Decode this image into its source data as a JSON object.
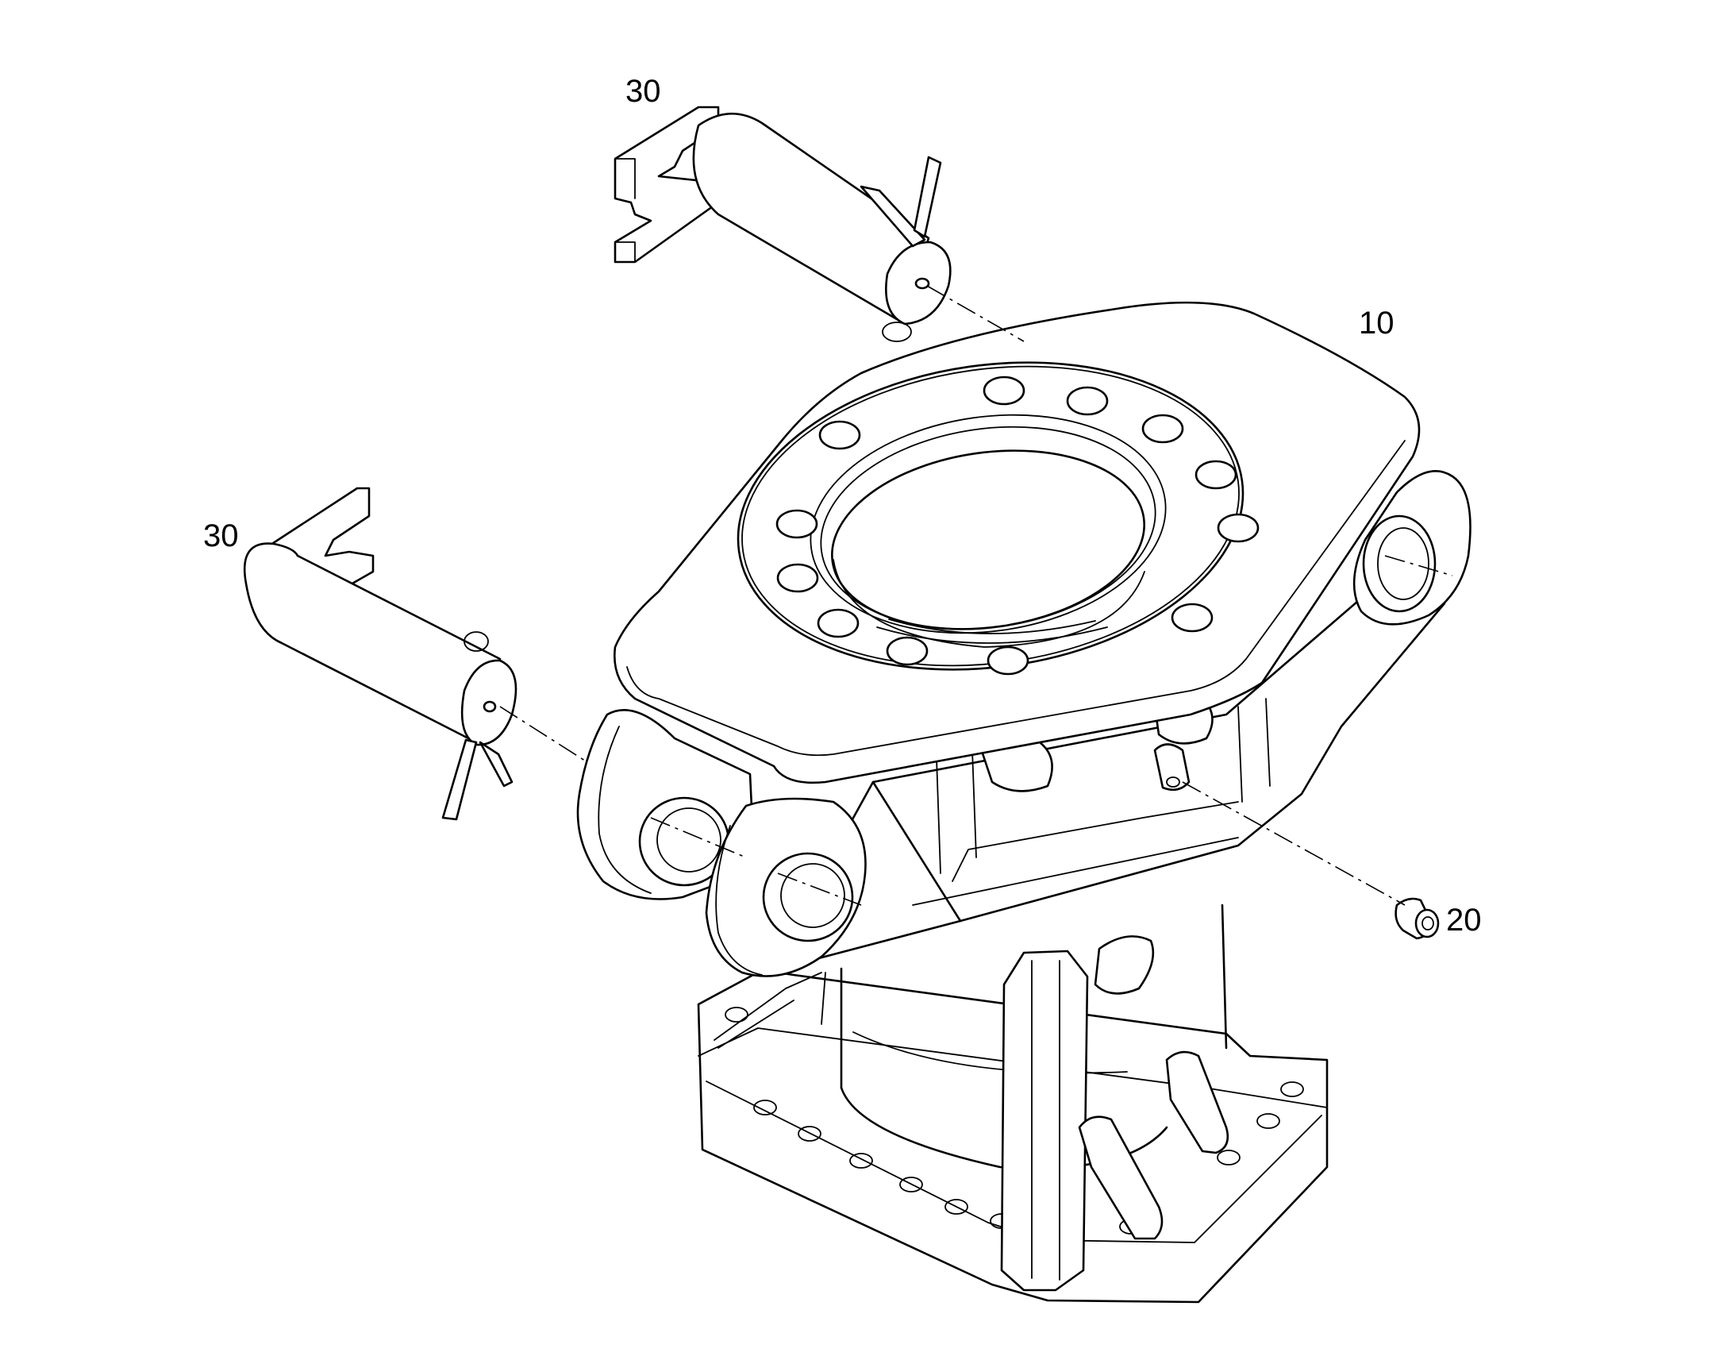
{
  "callouts": {
    "pin_upper": "30",
    "pin_left": "30",
    "housing": "10",
    "plug": "20"
  },
  "colors": {
    "line": "#000000",
    "background": "#ffffff"
  }
}
